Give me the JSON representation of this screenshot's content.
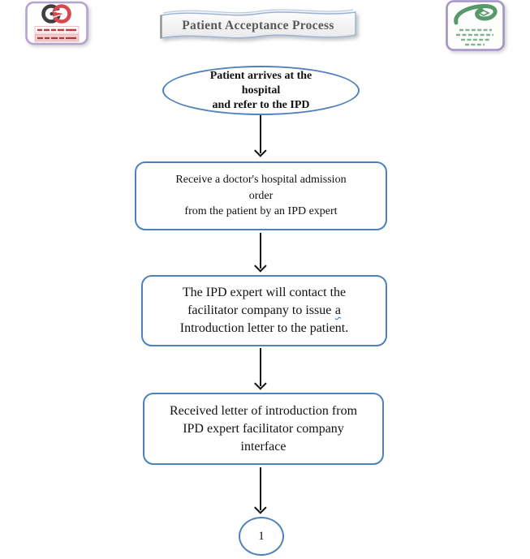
{
  "header": {
    "title": "Patient Acceptance Process",
    "left_logo_name": "hospital-heart-logo",
    "right_logo_name": "university-emblem-logo"
  },
  "flowchart": {
    "start": {
      "line1": "Patient arrives at the",
      "line2": "hospital",
      "line3": "and refer to the IPD"
    },
    "step1": {
      "line1": "Receive a doctor's hospital admission",
      "line2": "order",
      "line3": "from the patient by an IPD expert"
    },
    "step2": {
      "line1": "The IPD expert will contact the",
      "line2_prefix": "facilitator company to issue",
      "line2_flagged": "a",
      "line3": "Introduction letter to the patient."
    },
    "step3": {
      "line1": "Received letter of introduction from",
      "line2": "IPD expert facilitator company",
      "line3": "interface"
    },
    "connector": {
      "label": "1"
    }
  },
  "colors": {
    "shape_border": "#4f81bd",
    "arrow": "#161616",
    "banner_border": "#9bb3d5",
    "title_text": "#58595b",
    "grammar_underline": "#2f6fd0",
    "logo_border": "#b5a3d1",
    "logo_red": "#d9484f",
    "logo_green": "#57996a"
  }
}
